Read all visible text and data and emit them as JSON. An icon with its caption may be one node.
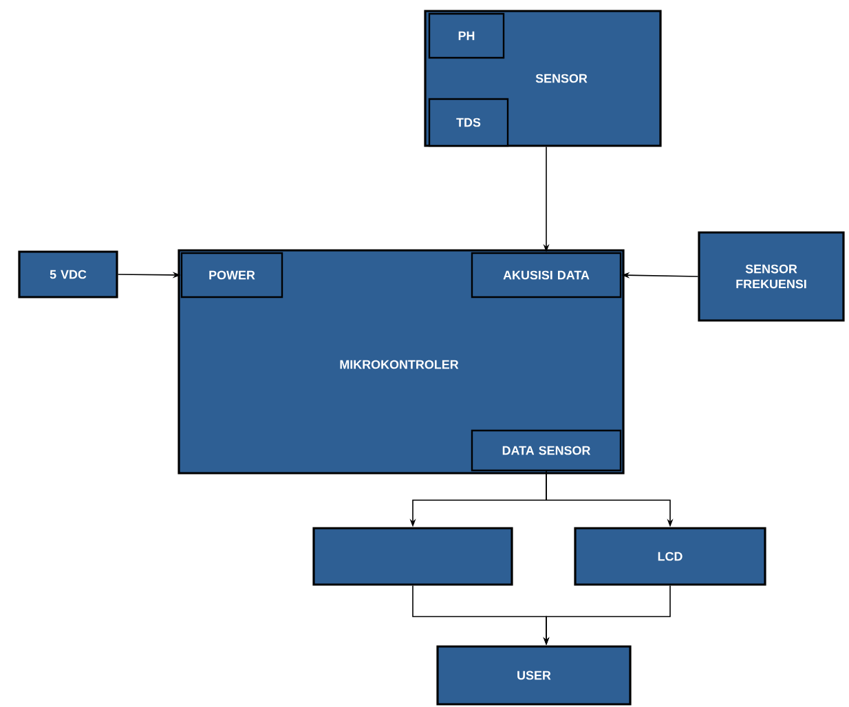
{
  "diagram": {
    "nodes": [
      {
        "text": [
          "SENSOR"
        ]
      },
      {
        "text": [
          "PH"
        ],
        "in": 0
      },
      {
        "text": [
          "TDS"
        ],
        "in": 0
      },
      {
        "text": [
          "5 VDC"
        ]
      },
      {
        "text": [
          "MIKROKONTROLER"
        ]
      },
      {
        "text": [
          "POWER"
        ],
        "in": 4
      },
      {
        "text": [
          "AKUSISI DATA"
        ],
        "in": 4
      },
      {
        "text": [
          "DATA SENSOR"
        ],
        "in": 4
      },
      {
        "text": [
          "SENSOR FREKUENSI"
        ]
      },
      {
        "text": [],
        "shape": "box"
      },
      {
        "text": [
          "LCD"
        ]
      },
      {
        "text": [
          "USER"
        ]
      }
    ],
    "edges": [
      {
        "from": 0,
        "to": 6,
        "arrow": "to"
      },
      {
        "from": 3,
        "to": 5,
        "arrow": "to"
      },
      {
        "from": 8,
        "to": 6,
        "arrow": "to"
      },
      {
        "from": 7,
        "to": 9,
        "arrow": "to"
      },
      {
        "from": 7,
        "to": 10,
        "arrow": "to"
      },
      {
        "from": 9,
        "to": 11,
        "arrow": "to"
      },
      {
        "from": 10,
        "to": 11,
        "arrow": "to"
      }
    ]
  }
}
